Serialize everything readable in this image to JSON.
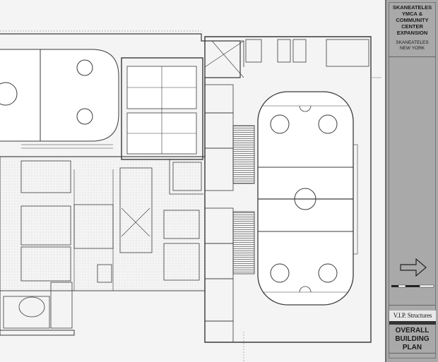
{
  "title_block": {
    "project_name": "SKANEATELES\nYMCA &\nCOMMUNITY\nCENTER\nEXPANSION",
    "location": "SKANEATELES\nNEW YORK",
    "firm": "V.I.P. Structures",
    "sheet_title": "OVERALL\nBUILDING\nPLAN"
  },
  "colors": {
    "paper": "#f4f4f4",
    "linework": "#3a3a3a",
    "title_block": "#a9a9a9"
  },
  "icons": [
    "north-arrow-icon",
    "scale-bar-icon"
  ]
}
